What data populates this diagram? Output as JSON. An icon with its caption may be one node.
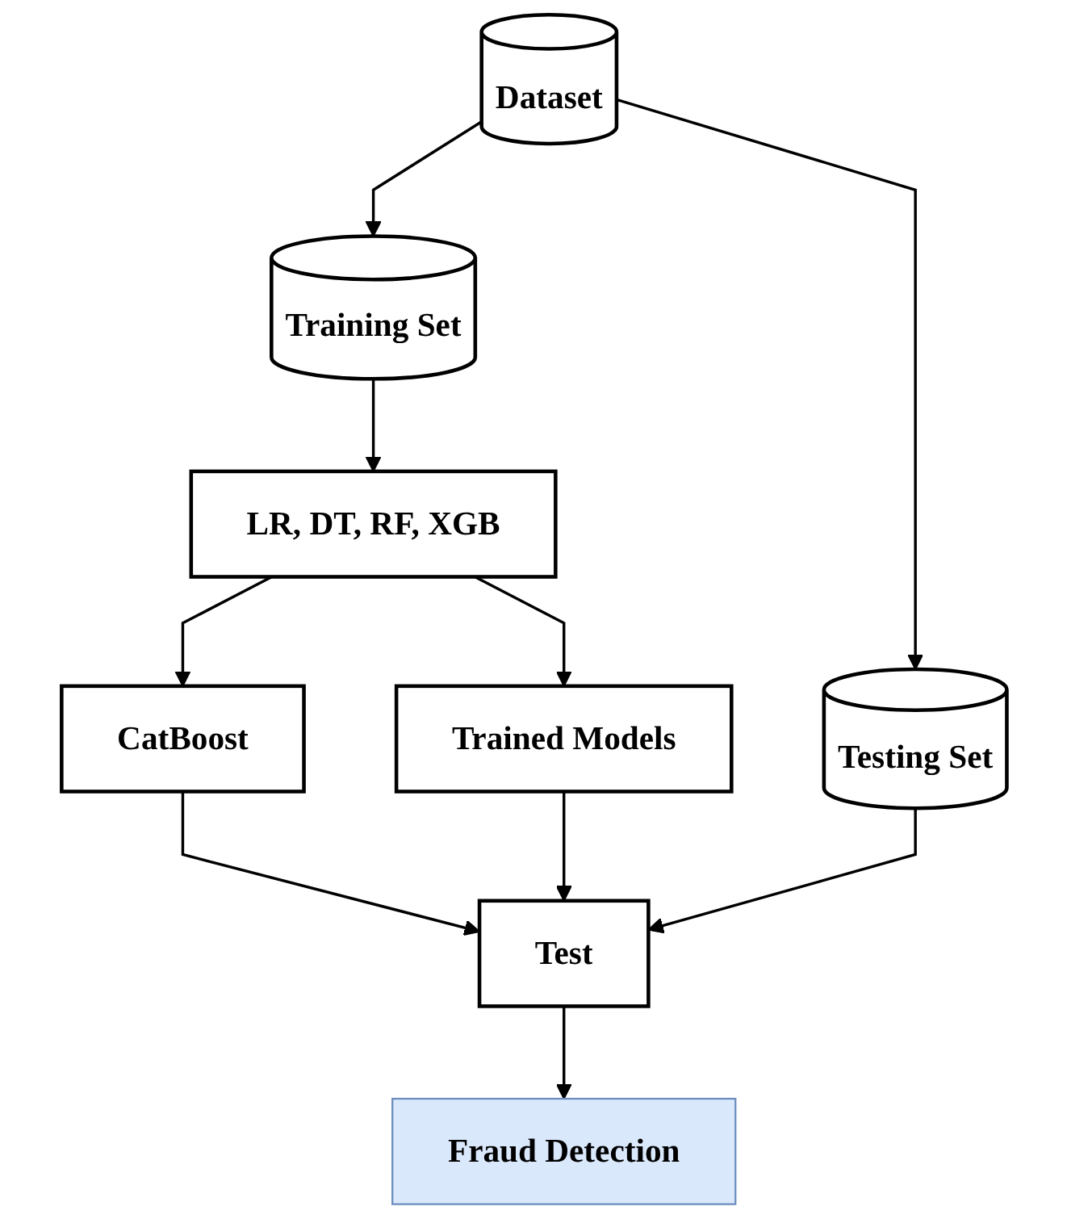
{
  "diagram": {
    "nodes": [
      {
        "text": [
          "Dataset"
        ]
      },
      {
        "text": [
          "Training Set"
        ]
      },
      {
        "text": [
          "Testing Set"
        ]
      },
      {
        "text": [
          "LR, DT, RF, XGB"
        ]
      },
      {
        "text": [
          "CatBoost"
        ]
      },
      {
        "text": [
          "Trained Models"
        ]
      },
      {
        "text": [
          "Test"
        ]
      },
      {
        "text": [
          "Fraud Detection"
        ]
      }
    ],
    "edges": [
      {
        "from": 0,
        "to": 1,
        "arrow": "to"
      },
      {
        "from": 0,
        "to": 2,
        "arrow": "to"
      },
      {
        "from": 1,
        "to": 3,
        "arrow": "to"
      },
      {
        "from": 3,
        "to": 4,
        "arrow": "to"
      },
      {
        "from": 3,
        "to": 5,
        "arrow": "to"
      },
      {
        "from": 5,
        "to": 6,
        "arrow": "to"
      },
      {
        "from": 2,
        "to": 6,
        "arrow": "to"
      },
      {
        "from": 4,
        "to": 6,
        "arrow": "to"
      },
      {
        "from": 6,
        "to": 7,
        "arrow": "to"
      }
    ]
  }
}
